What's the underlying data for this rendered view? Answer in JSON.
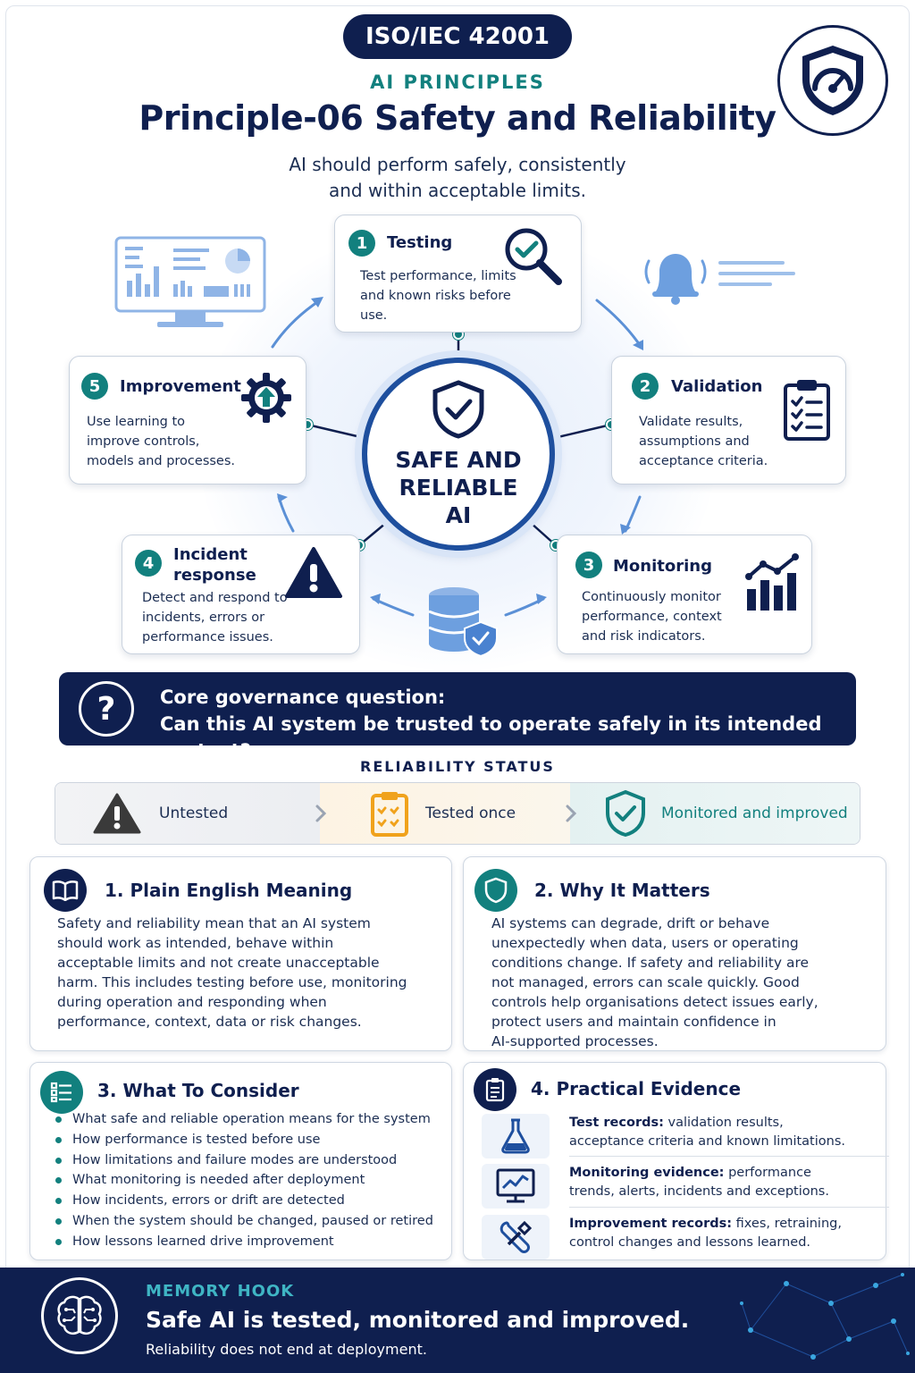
{
  "header": {
    "badge": "ISO/IEC 42001",
    "kicker": "AI PRINCIPLES",
    "title": "Principle-06 Safety and Reliability",
    "subtitle_line1": "AI should perform safely, consistently",
    "subtitle_line2": "and within acceptable limits."
  },
  "cycle": {
    "center_line1": "SAFE AND",
    "center_line2": "RELIABLE AI",
    "steps": [
      {
        "num": "1",
        "title": "Testing",
        "desc": "Test performance, limits and known risks before use.",
        "icon": "magnifier-check-icon"
      },
      {
        "num": "2",
        "title": "Validation",
        "desc": "Validate results, assumptions and acceptance criteria.",
        "icon": "clipboard-checklist-icon"
      },
      {
        "num": "3",
        "title": "Monitoring",
        "desc": "Continuously monitor performance, context and risk indicators.",
        "icon": "bar-chart-trend-icon"
      },
      {
        "num": "4",
        "title_line1": "Incident",
        "title_line2": "response",
        "desc": "Detect and respond to incidents, errors or performance issues.",
        "icon": "warning-triangle-icon"
      },
      {
        "num": "5",
        "title": "Improvement",
        "desc": "Use learning to improve controls, models and processes.",
        "icon": "gear-up-arrow-icon"
      }
    ]
  },
  "governance": {
    "line1": "Core governance question:",
    "line2": "Can this AI system be trusted to operate safely in its intended context?"
  },
  "status": {
    "heading": "RELIABILITY STATUS",
    "stages": [
      {
        "label": "Untested",
        "icon": "warning-icon",
        "color": "#3a3a3a"
      },
      {
        "label": "Tested once",
        "icon": "clipboard-icon",
        "color": "#f0a21c"
      },
      {
        "label": "Monitored and improved",
        "icon": "shield-check-icon",
        "color": "#12807e"
      }
    ]
  },
  "sections": {
    "meaning": {
      "title": "1. Plain English Meaning",
      "lines": [
        "Safety and reliability mean that an AI system",
        "should work as intended, behave within",
        "acceptable limits and not create unacceptable",
        "harm. This includes testing before use, monitoring",
        "during operation and responding when",
        "performance, context, data or risk changes."
      ]
    },
    "why": {
      "title": "2. Why It Matters",
      "lines": [
        "AI systems can degrade, drift or behave",
        "unexpectedly when data, users or operating",
        "conditions change. If safety and reliability are",
        "not managed, errors can scale quickly. Good",
        "controls help organisations detect issues early,",
        "protect users and maintain confidence in",
        "AI-supported processes."
      ]
    },
    "consider": {
      "title": "3. What To Consider",
      "items": [
        "What safe and reliable operation means for the system",
        "How performance is tested before use",
        "How limitations and failure modes are understood",
        "What monitoring is needed after deployment",
        "How incidents, errors or drift are detected",
        "When the system should be changed, paused or retired",
        "How lessons learned drive improvement"
      ]
    },
    "evidence": {
      "title": "4. Practical Evidence",
      "items": [
        {
          "label": "Test records:",
          "line1": "validation results,",
          "line2": "acceptance criteria and known limitations.",
          "icon": "flask-icon"
        },
        {
          "label": "Monitoring evidence:",
          "line1": "performance",
          "line2": "trends, alerts, incidents and exceptions.",
          "icon": "monitor-chart-icon"
        },
        {
          "label": "Improvement records:",
          "line1": "fixes, retraining,",
          "line2": "control changes and lessons learned.",
          "icon": "wrench-icon"
        }
      ]
    }
  },
  "memory_hook": {
    "kicker": "MEMORY HOOK",
    "title": "Safe AI is tested, monitored and improved.",
    "subtitle": "Reliability does not end at deployment."
  },
  "colors": {
    "navy": "#0f1f4f",
    "teal": "#12807e",
    "blue": "#1e4f9e",
    "amber": "#f0a21c"
  }
}
